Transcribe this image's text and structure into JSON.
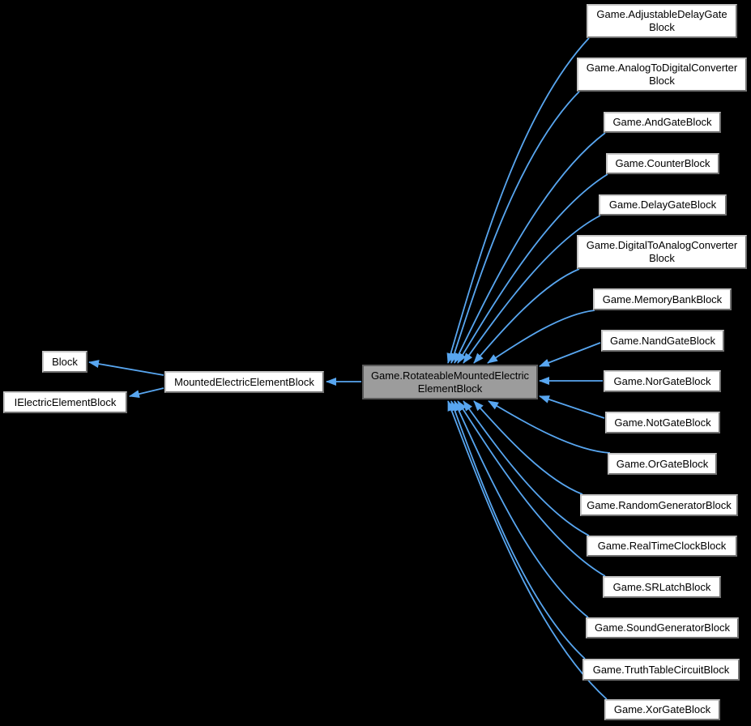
{
  "diagram": {
    "type": "inheritance-graph",
    "current_class": "Game.RotateableMountedElectricElementBlock"
  },
  "colors": {
    "background": "#000000",
    "box_fill": "#ffffff",
    "box_border": "#9a9a9a",
    "text": "#000000",
    "current_fill": "#9c9c9c",
    "current_border": "#5a5a5a",
    "arrow": "#58a6f0"
  },
  "nodes": [
    {
      "id": "block",
      "label": "Block",
      "lines": [
        "Block"
      ]
    },
    {
      "id": "ielectric-element-block",
      "label": "IElectricElementBlock",
      "lines": [
        "IElectricElementBlock"
      ]
    },
    {
      "id": "mounted-electric-element-block",
      "label": "MountedElectricElementBlock",
      "lines": [
        "MountedElectricElementBlock"
      ]
    },
    {
      "id": "rotateable-mounted-electric-element-block",
      "label": "Game.RotateableMountedElectricElementBlock",
      "lines": [
        "Game.RotateableMountedElectric",
        "ElementBlock"
      ],
      "current": true
    },
    {
      "id": "adjustable-delay-gate-block",
      "label": "Game.AdjustableDelayGateBlock",
      "lines": [
        "Game.AdjustableDelayGate",
        "Block"
      ]
    },
    {
      "id": "analog-to-digital-converter-block",
      "label": "Game.AnalogToDigitalConverterBlock",
      "lines": [
        "Game.AnalogToDigitalConverter",
        "Block"
      ]
    },
    {
      "id": "and-gate-block",
      "label": "Game.AndGateBlock",
      "lines": [
        "Game.AndGateBlock"
      ]
    },
    {
      "id": "counter-block",
      "label": "Game.CounterBlock",
      "lines": [
        "Game.CounterBlock"
      ]
    },
    {
      "id": "delay-gate-block",
      "label": "Game.DelayGateBlock",
      "lines": [
        "Game.DelayGateBlock"
      ]
    },
    {
      "id": "digital-to-analog-converter-block",
      "label": "Game.DigitalToAnalogConverterBlock",
      "lines": [
        "Game.DigitalToAnalogConverter",
        "Block"
      ]
    },
    {
      "id": "memory-bank-block",
      "label": "Game.MemoryBankBlock",
      "lines": [
        "Game.MemoryBankBlock"
      ]
    },
    {
      "id": "nand-gate-block",
      "label": "Game.NandGateBlock",
      "lines": [
        "Game.NandGateBlock"
      ]
    },
    {
      "id": "nor-gate-block",
      "label": "Game.NorGateBlock",
      "lines": [
        "Game.NorGateBlock"
      ]
    },
    {
      "id": "not-gate-block",
      "label": "Game.NotGateBlock",
      "lines": [
        "Game.NotGateBlock"
      ]
    },
    {
      "id": "or-gate-block",
      "label": "Game.OrGateBlock",
      "lines": [
        "Game.OrGateBlock"
      ]
    },
    {
      "id": "random-generator-block",
      "label": "Game.RandomGeneratorBlock",
      "lines": [
        "Game.RandomGeneratorBlock"
      ]
    },
    {
      "id": "real-time-clock-block",
      "label": "Game.RealTimeClockBlock",
      "lines": [
        "Game.RealTimeClockBlock"
      ]
    },
    {
      "id": "sr-latch-block",
      "label": "Game.SRLatchBlock",
      "lines": [
        "Game.SRLatchBlock"
      ]
    },
    {
      "id": "sound-generator-block",
      "label": "Game.SoundGeneratorBlock",
      "lines": [
        "Game.SoundGeneratorBlock"
      ]
    },
    {
      "id": "truth-table-circuit-block",
      "label": "Game.TruthTableCircuitBlock",
      "lines": [
        "Game.TruthTableCircuitBlock"
      ]
    },
    {
      "id": "xor-gate-block",
      "label": "Game.XorGateBlock",
      "lines": [
        "Game.XorGateBlock"
      ]
    }
  ],
  "edges": [
    {
      "from": "mounted-electric-element-block",
      "to": "block"
    },
    {
      "from": "mounted-electric-element-block",
      "to": "ielectric-element-block"
    },
    {
      "from": "rotateable-mounted-electric-element-block",
      "to": "mounted-electric-element-block"
    },
    {
      "from": "adjustable-delay-gate-block",
      "to": "rotateable-mounted-electric-element-block"
    },
    {
      "from": "analog-to-digital-converter-block",
      "to": "rotateable-mounted-electric-element-block"
    },
    {
      "from": "and-gate-block",
      "to": "rotateable-mounted-electric-element-block"
    },
    {
      "from": "counter-block",
      "to": "rotateable-mounted-electric-element-block"
    },
    {
      "from": "delay-gate-block",
      "to": "rotateable-mounted-electric-element-block"
    },
    {
      "from": "digital-to-analog-converter-block",
      "to": "rotateable-mounted-electric-element-block"
    },
    {
      "from": "memory-bank-block",
      "to": "rotateable-mounted-electric-element-block"
    },
    {
      "from": "nand-gate-block",
      "to": "rotateable-mounted-electric-element-block"
    },
    {
      "from": "nor-gate-block",
      "to": "rotateable-mounted-electric-element-block"
    },
    {
      "from": "not-gate-block",
      "to": "rotateable-mounted-electric-element-block"
    },
    {
      "from": "or-gate-block",
      "to": "rotateable-mounted-electric-element-block"
    },
    {
      "from": "random-generator-block",
      "to": "rotateable-mounted-electric-element-block"
    },
    {
      "from": "real-time-clock-block",
      "to": "rotateable-mounted-electric-element-block"
    },
    {
      "from": "sr-latch-block",
      "to": "rotateable-mounted-electric-element-block"
    },
    {
      "from": "sound-generator-block",
      "to": "rotateable-mounted-electric-element-block"
    },
    {
      "from": "truth-table-circuit-block",
      "to": "rotateable-mounted-electric-element-block"
    },
    {
      "from": "xor-gate-block",
      "to": "rotateable-mounted-electric-element-block"
    }
  ]
}
